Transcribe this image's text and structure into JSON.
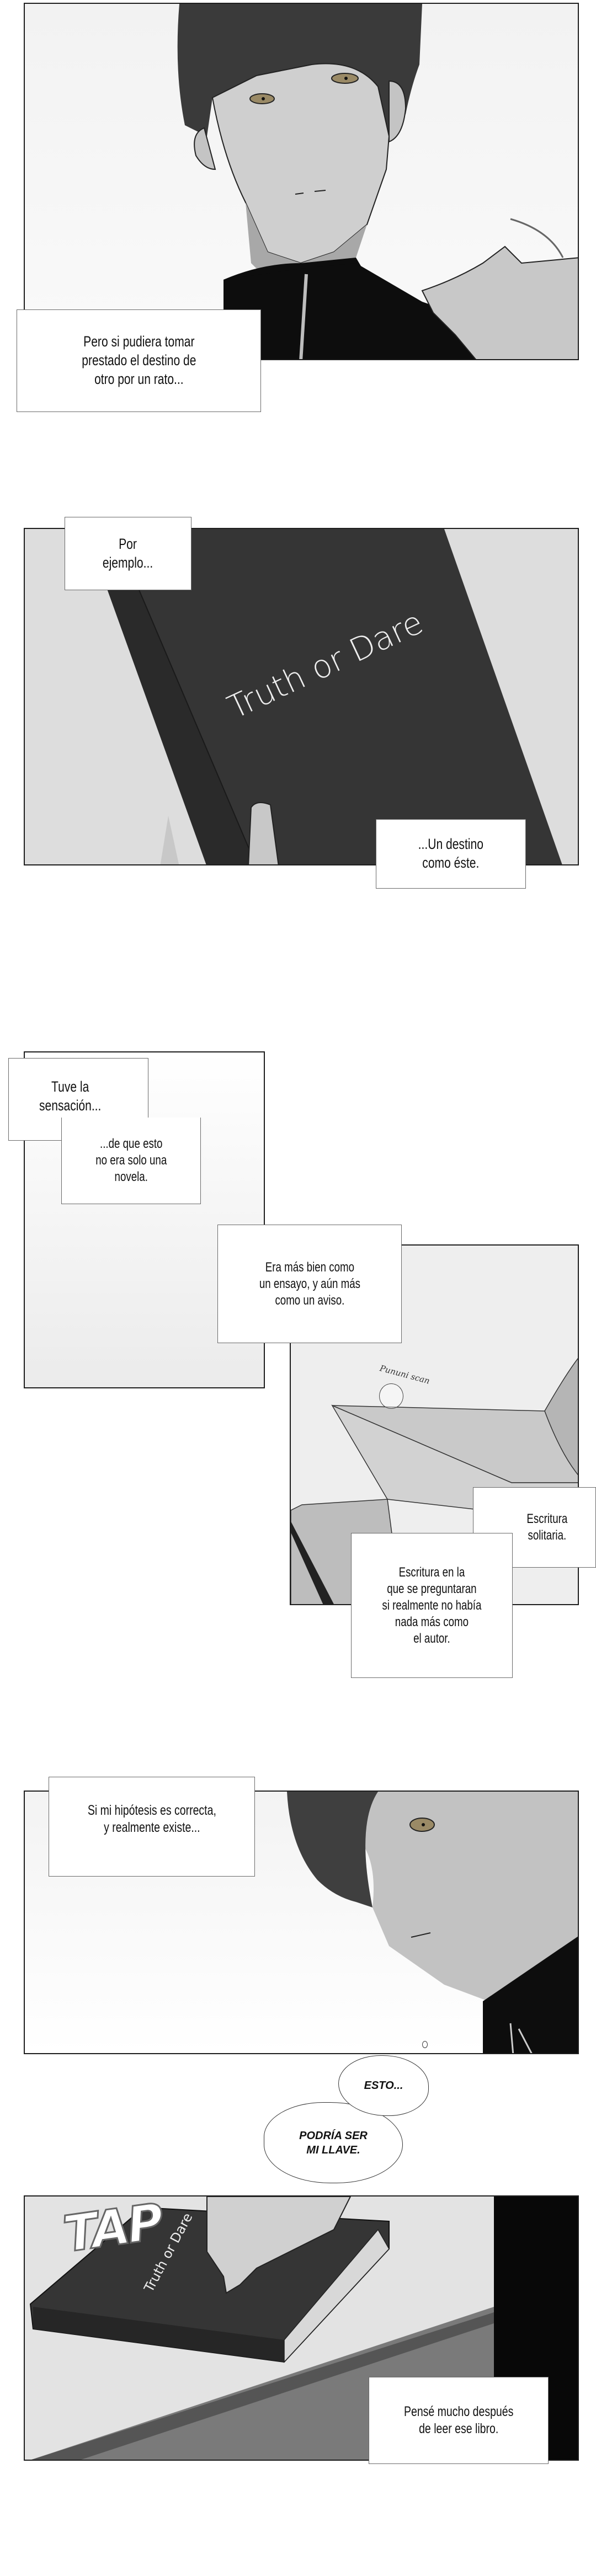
{
  "panels": [
    {
      "id": "panel-1",
      "scene": "young man with dark hair in black zip-up track jacket, hazel eyes",
      "caption": "Pero si pudiera tomar\nprestado el destino de\notro por un rato..."
    },
    {
      "id": "panel-2",
      "scene": "hand holding black book",
      "book_title": "Truth or Dare",
      "captions": [
        "Por\nejemplo...",
        "...Un destino\ncomo éste."
      ]
    },
    {
      "id": "panel-3",
      "captions": [
        "Tuve la\nsensación...",
        "...de que esto\nno era solo una\nnovela.",
        "Era más bien como\nun ensayo, y aún más\ncomo un aviso.",
        "Escritura\nsolitaria.",
        "Escritura en la\nque se preguntaran\nsi realmente no había\nnada más como\nel autor."
      ],
      "watermark": "Pununi scan"
    },
    {
      "id": "panel-4",
      "scene": "man looking down in profile",
      "caption": "Si mi hipótesis es correcta,\ny realmente existe...",
      "bubbles": [
        "ESTO...",
        "PODRÍA SER\nMI LLAVE."
      ]
    },
    {
      "id": "panel-5",
      "scene": "hand tapping book on table",
      "sfx": "TAP",
      "book_title": "Truth or Dare",
      "caption": "Pensé mucho después\nde leer ese libro."
    }
  ],
  "colors": {
    "panel_border": "#1e1e1e",
    "jacket": "#0d0d0d",
    "skin": "#c4c4c4",
    "hair": "#3a3a3a",
    "eye": "#9a8a66",
    "book": "#353535",
    "background_light": "#efefef"
  }
}
